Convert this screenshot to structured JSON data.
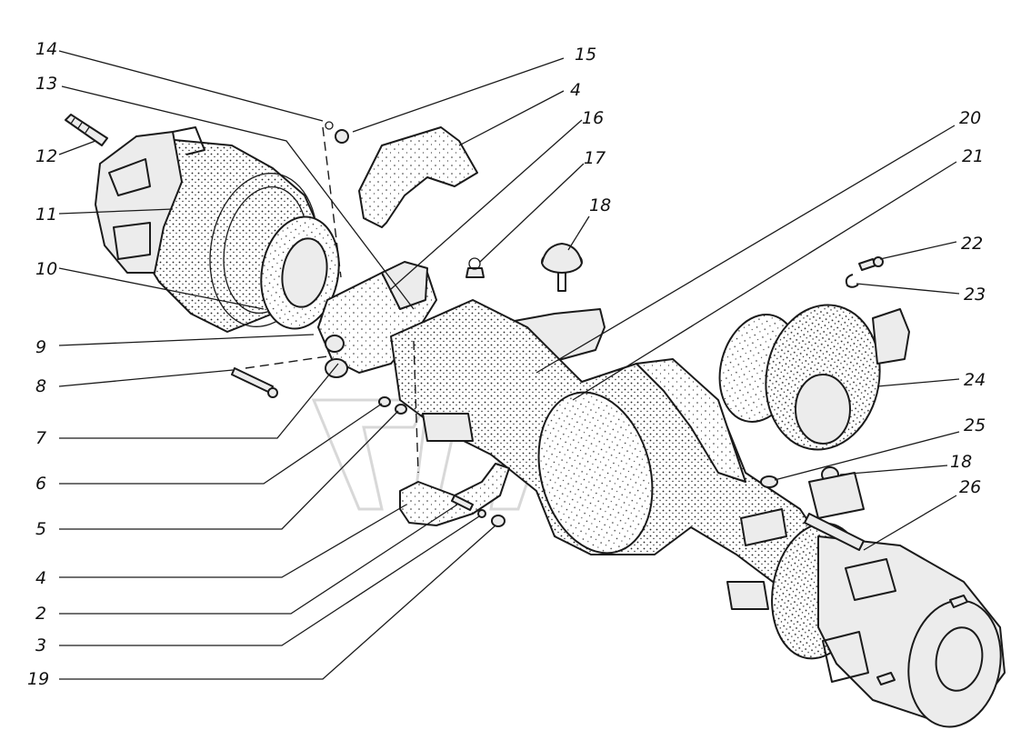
{
  "labels": {
    "l14": "14",
    "l15": "15",
    "l13": "13",
    "l4a": "4",
    "l12": "12",
    "l16": "16",
    "l17": "17",
    "l20": "20",
    "l21": "21",
    "l11": "11",
    "l18a": "18",
    "l22": "22",
    "l10": "10",
    "l23": "23",
    "l9": "9",
    "l8": "8",
    "l24": "24",
    "l7": "7",
    "l25": "25",
    "l18b": "18",
    "l6": "6",
    "l26": "26",
    "l5": "5",
    "l4b": "4",
    "l2": "2",
    "l3": "3",
    "l19": "19"
  },
  "colors": {
    "ink": "#1a1a1a",
    "paper": "#ffffff",
    "watermark": "#d8d8d8"
  }
}
